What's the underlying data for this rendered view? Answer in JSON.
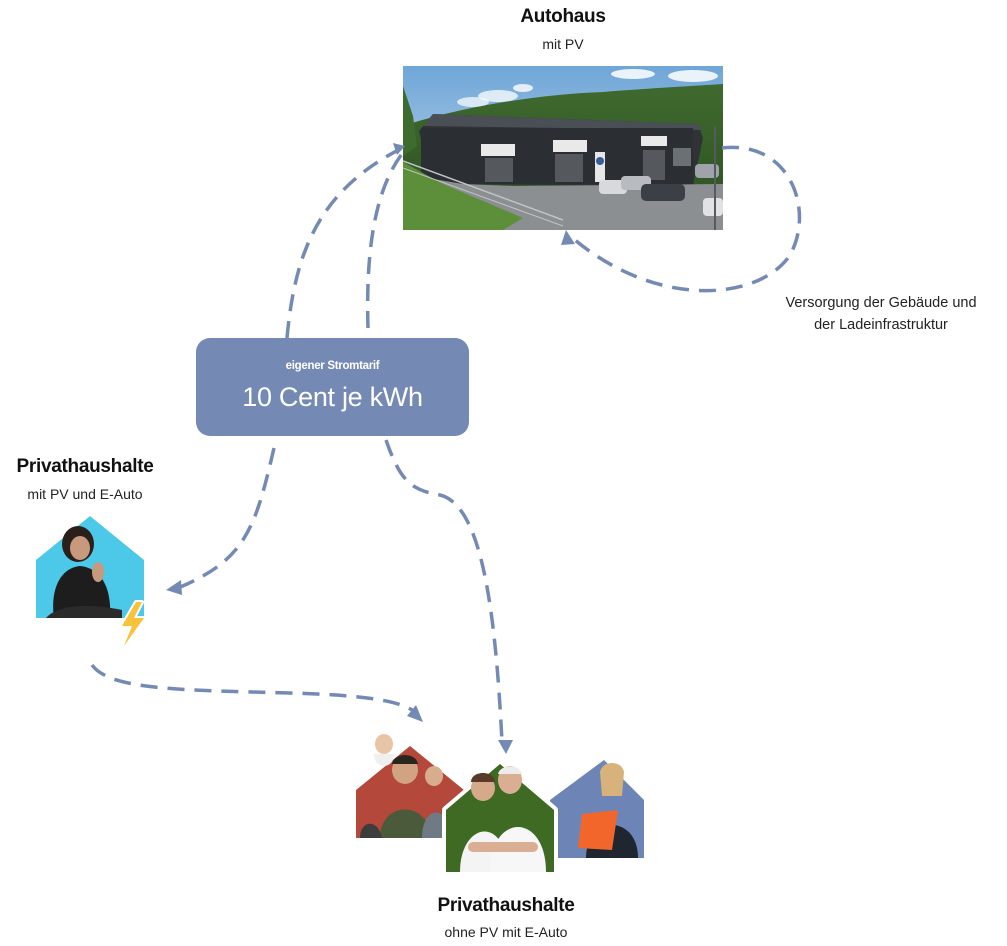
{
  "autohaus": {
    "title": "Autohaus",
    "subtitle": "mit PV",
    "sign_lines": [
      "",
      "",
      ""
    ]
  },
  "supply_caption": {
    "line1": "Versorgung der Gebäude und",
    "line2": "der Ladeinfrastruktur"
  },
  "tariff": {
    "label": "eigener Stromtarif",
    "price": "10 Cent je kWh"
  },
  "households_pv": {
    "title": "Privathaushalte",
    "subtitle": "mit PV und E-Auto"
  },
  "households_no_pv": {
    "title": "Privathaushalte",
    "subtitle": "ohne PV mit E-Auto"
  },
  "colors": {
    "arrow": "#7489b4",
    "tariff_box": "#7489b4",
    "house_cyan": "#4cc8e8",
    "house_red": "#b4483a",
    "house_green": "#3e6a24",
    "house_blue": "#6d84b7",
    "lightning": "#f6c33b"
  },
  "icons": [
    "lightning-bolt-icon"
  ]
}
